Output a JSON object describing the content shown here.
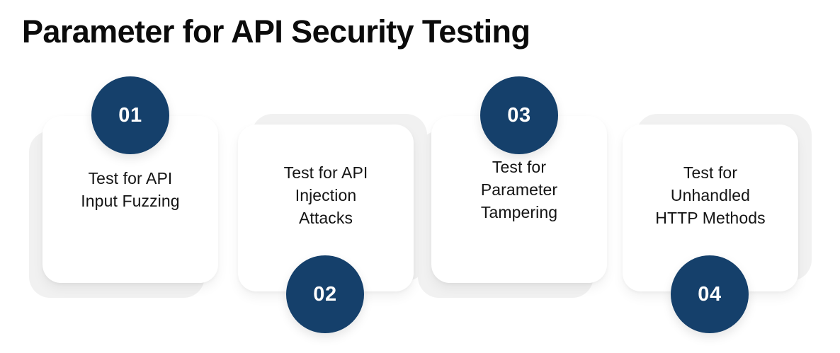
{
  "header": {
    "title": "Parameter for API Security Testing"
  },
  "theme": {
    "background": "#ffffff",
    "badge_navy": "#15406b",
    "card_white": "#ffffff",
    "ghost_card_gray": "#f1f1f1",
    "text_black": "#141414",
    "title_black": "#0b0b0b"
  },
  "diagram": {
    "type": "process-steps",
    "orientation": "horizontal",
    "step_count": 4,
    "steps": [
      {
        "number": "01",
        "label": "Test for API\nInput Fuzzing",
        "badge_position": "top",
        "ghost_offset": "down-left"
      },
      {
        "number": "02",
        "label": "Test for API\nInjection\nAttacks",
        "badge_position": "bottom",
        "ghost_offset": "up-right"
      },
      {
        "number": "03",
        "label": "Test for\nParameter\nTampering",
        "badge_position": "top",
        "ghost_offset": "down-left"
      },
      {
        "number": "04",
        "label": "Test for\nUnhandled\nHTTP Methods",
        "badge_position": "bottom",
        "ghost_offset": "up-right"
      }
    ]
  }
}
